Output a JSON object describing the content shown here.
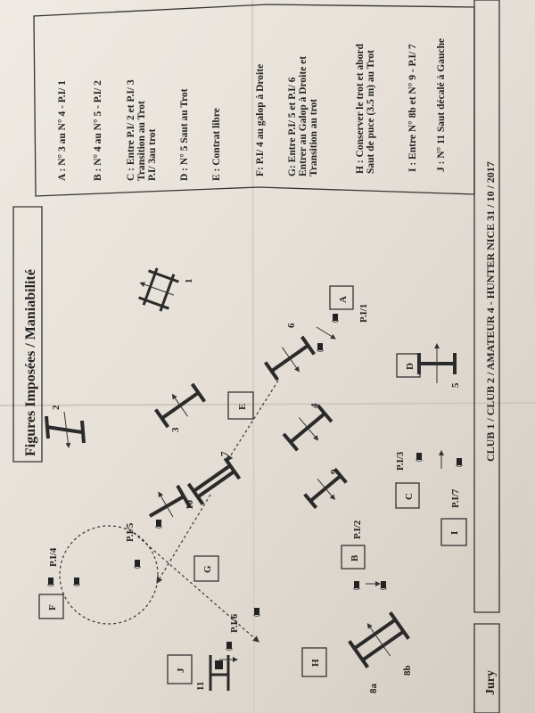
{
  "title": "Figures Imposées / Maniabilité",
  "legend": [
    {
      "lines": [
        "A : N° 3 au N° 4 - P.I/ 1"
      ]
    },
    {
      "lines": [
        "B : N° 4 au N° 5 - P.I/ 2"
      ]
    },
    {
      "lines": [
        "C : Entre P.I/ 2 et P.I/ 3",
        "Transition au Trot",
        "P.I/  3au trot"
      ]
    },
    {
      "lines": [
        "D : N° 5 Saut au Trot"
      ]
    },
    {
      "lines": [
        "E : Contrat libre"
      ]
    },
    {
      "lines": [
        "F:  P.I/ 4 au galop à Droite"
      ]
    },
    {
      "lines": [
        "G: Entre P.I/ 5 et P.I/ 6",
        "Entrer au Galop à Droite et",
        "Transition au trot"
      ]
    },
    {
      "lines": [
        "H : Conserver le trot et abord",
        "Saut de puce (3.5 m) au Trot"
      ]
    },
    {
      "lines": [
        "I : Entre N° 8b et N° 9 - P.I/ 7"
      ]
    },
    {
      "lines": [
        "J : N° 11 Saut décalé à Gauche"
      ]
    }
  ],
  "footer": "CLUB 1 / CLUB 2 / AMATEUR 4 - HUNTER NICE 31 / 10 / 2017",
  "jury": "Jury",
  "zones": {
    "A": "A",
    "B": "B",
    "C": "C",
    "D": "D",
    "E": "E",
    "F": "F",
    "G": "G",
    "H": "H",
    "I": "I",
    "J": "J"
  },
  "fences": {
    "f1": "1",
    "f2": "2",
    "f3": "3",
    "f4": "4",
    "f5": "5",
    "f6": "6",
    "f7": "7",
    "f8a": "8a",
    "f8b": "8b",
    "f9": "9",
    "f10": "10",
    "f11": "11"
  },
  "points": {
    "p1": "P.I/1",
    "p2": "P.I/2",
    "p3": "P.I/3",
    "p4": "P.I/4",
    "p5": "P.I/5",
    "p6": "P.I/6",
    "p7": "P.I/7"
  }
}
